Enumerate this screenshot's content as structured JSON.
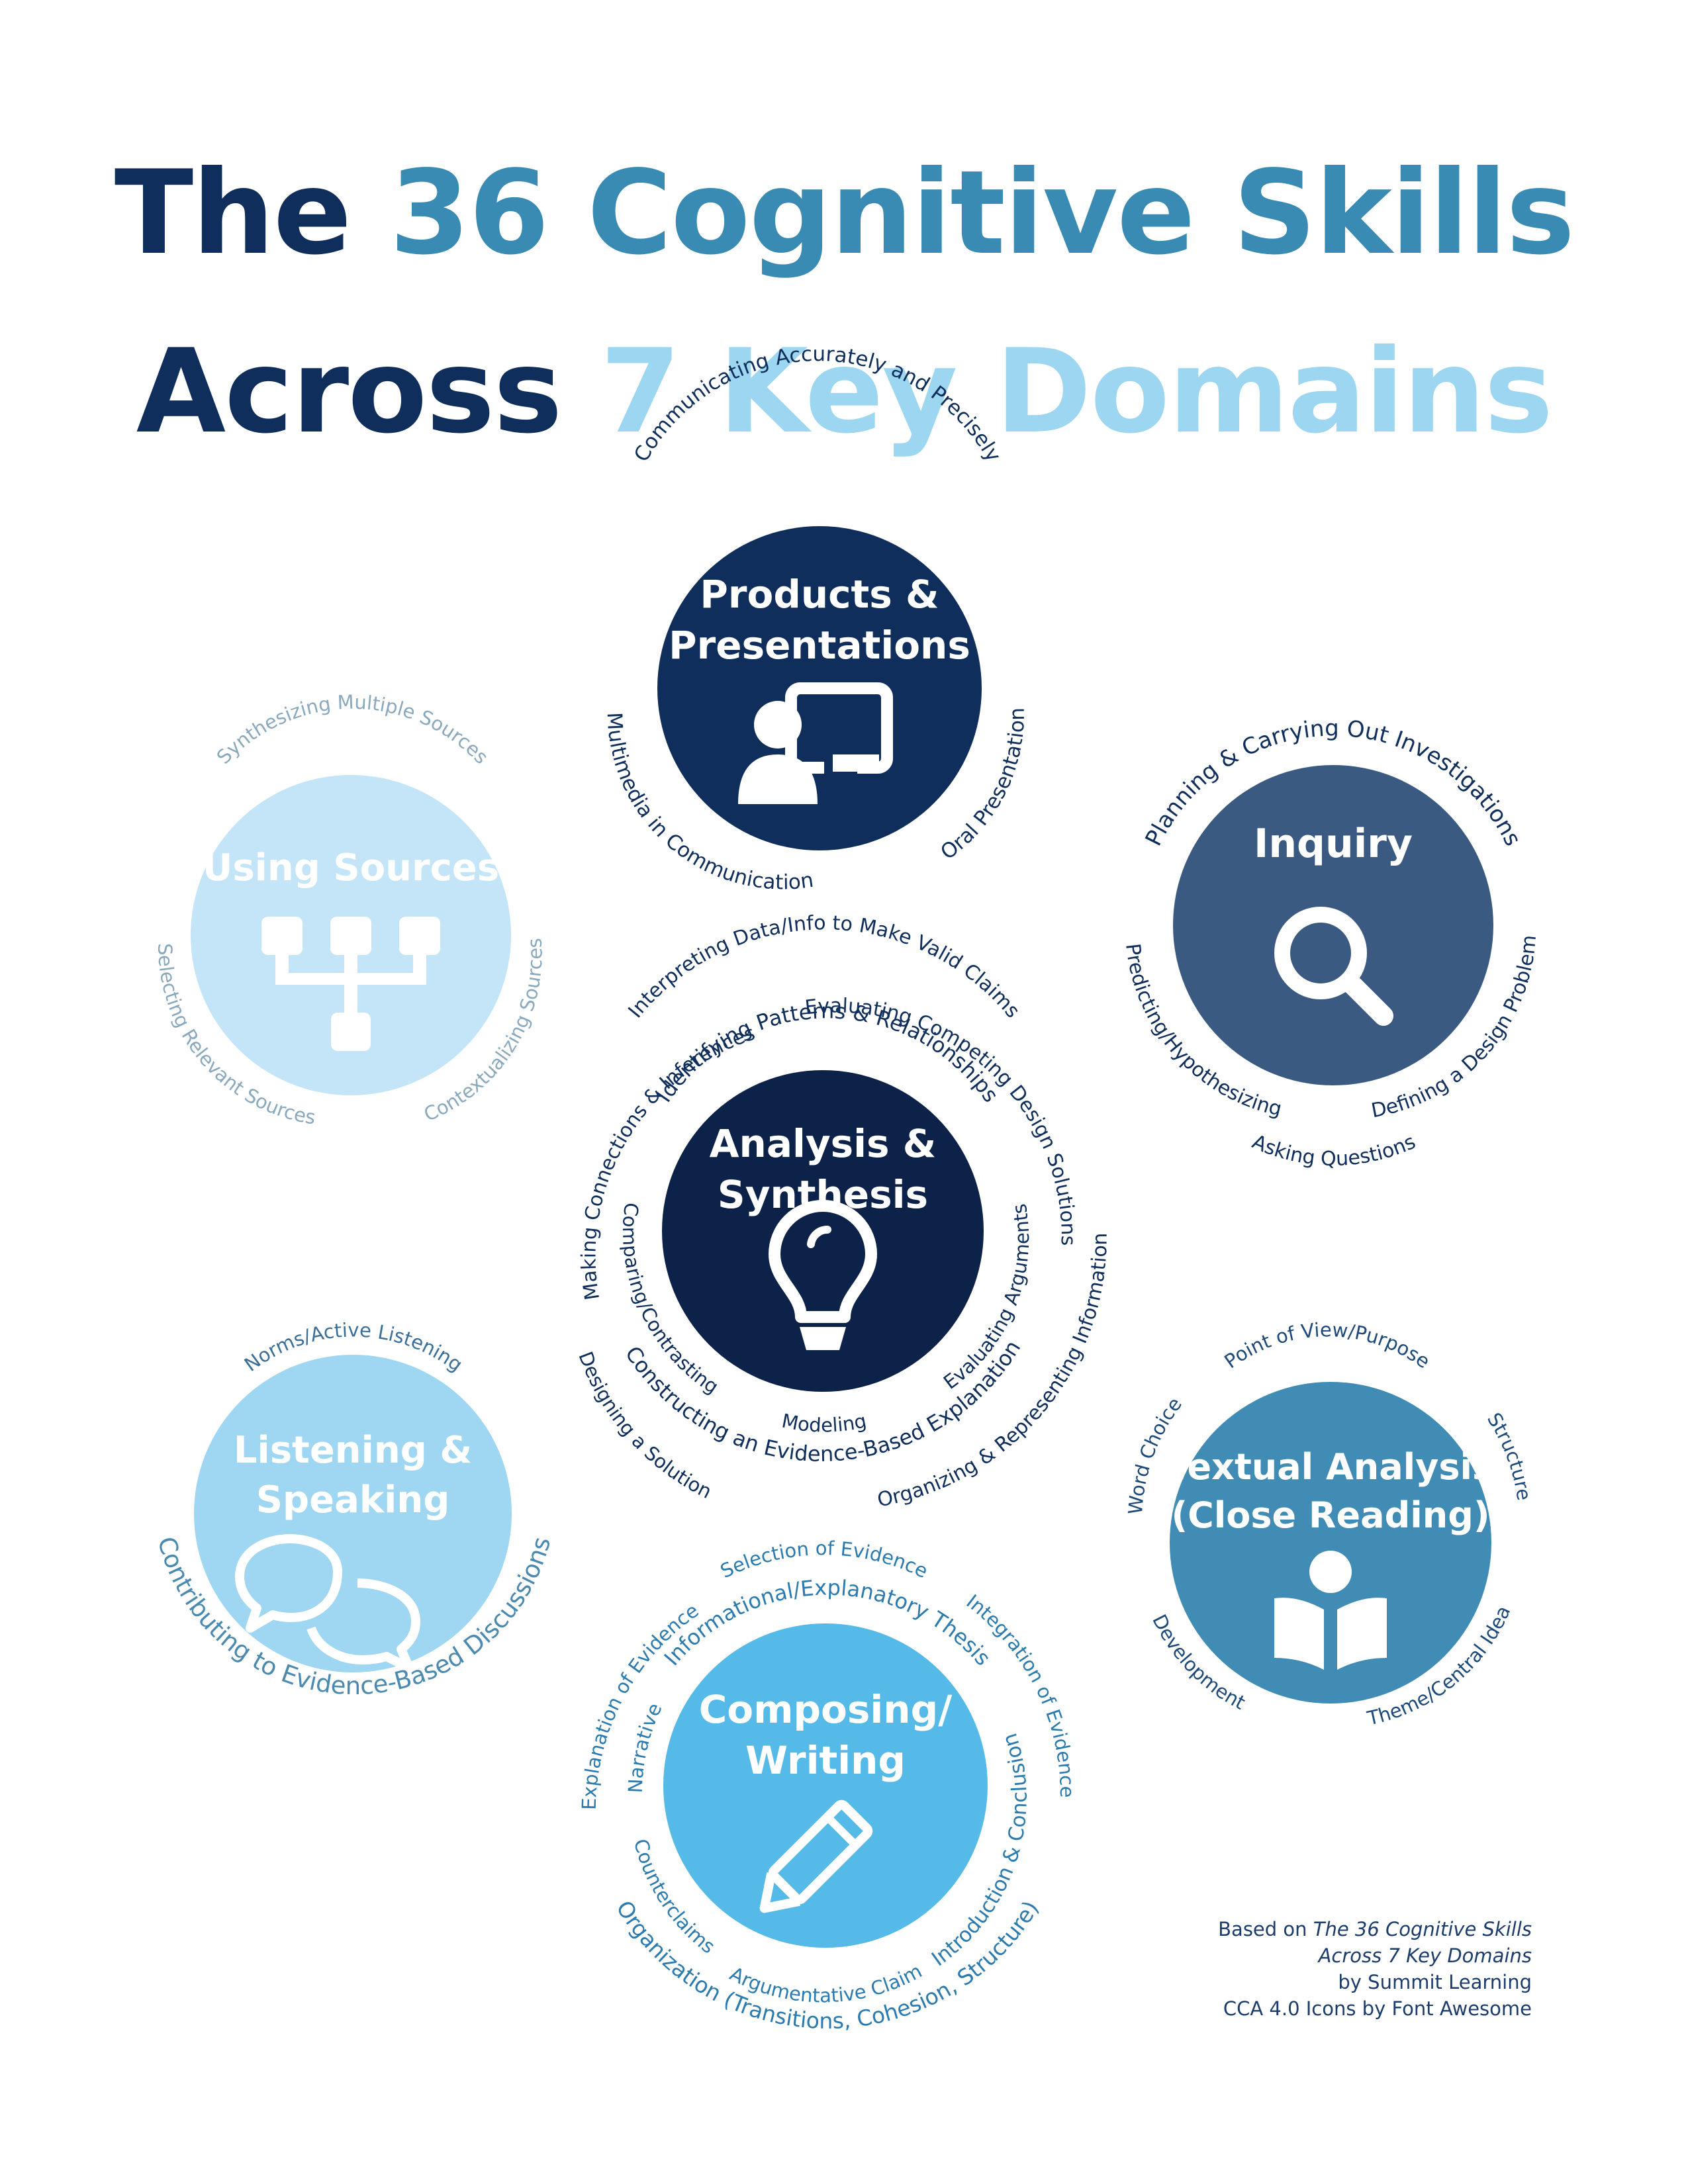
{
  "title": {
    "line1_a": "The",
    "line1_b": "36 Cognitive Skills",
    "line2_a": "Across",
    "line2_b": "7 Key Domains"
  },
  "colors": {
    "navy": "#0f2e5c",
    "darkest": "#0c2248",
    "slate": "#3b5a82",
    "steel": "#418cb4",
    "sky": "#56bae9",
    "light": "#9fd6f2",
    "palest": "#c4e5f7",
    "white": "#ffffff"
  },
  "domains": {
    "products": {
      "title1": "Products &",
      "title2": "Presentations",
      "icon": "presentation-icon",
      "skills": [
        "Communicating Accurately and Precisely",
        "Multimedia in Communication",
        "Oral Presentation"
      ]
    },
    "inquiry": {
      "title1": "Inquiry",
      "icon": "magnifying-glass-icon",
      "skills": [
        "Planning & Carrying Out Investigations",
        "Predicting/Hypothesizing",
        "Asking Questions",
        "Defining a Design Problem"
      ]
    },
    "sources": {
      "title1": "Using Sources",
      "icon": "sitemap-icon",
      "skills": [
        "Synthesizing Multiple Sources",
        "Selecting Relevant Sources",
        "Contextualizing Sources"
      ]
    },
    "analysis": {
      "title1": "Analysis &",
      "title2": "Synthesis",
      "icon": "lightbulb-icon",
      "skills": [
        "Interpreting Data/Info to Make Valid Claims",
        "Evaluating Competing Design Solutions",
        "Identifying Patterns & Relationships",
        "Making Connections & Inferences",
        "Comparing/Contrasting",
        "Modeling",
        "Evaluating Arguments",
        "Constructing an Evidence-Based Explanation",
        "Designing a Solution",
        "Organizing & Representing Information"
      ]
    },
    "listening": {
      "title1": "Listening &",
      "title2": "Speaking",
      "icon": "comments-icon",
      "skills": [
        "Norms/Active Listening",
        "Contributing to Evidence-Based Discussions"
      ]
    },
    "textual": {
      "title1": "Textual Analysis",
      "title2": "(Close Reading)",
      "icon": "reader-icon",
      "skills": [
        "Point of View/Purpose",
        "Word Choice",
        "Structure",
        "Development",
        "Theme/Central Idea"
      ]
    },
    "composing": {
      "title1": "Composing/",
      "title2": "Writing",
      "icon": "pencil-icon",
      "skills": [
        "Selection of Evidence",
        "Informational/Explanatory Thesis",
        "Explanation of Evidence",
        "Integration of Evidence",
        "Narrative",
        "Introduction & Conclusion",
        "Counterclaims",
        "Argumentative Claim",
        "Organization (Transitions, Cohesion, Structure)"
      ]
    }
  },
  "credits": {
    "line1_a": "Based on ",
    "line1_b": "The 36 Cognitive Skills",
    "line2": "Across 7 Key Domains",
    "line3": "by Summit Learning",
    "line4": "CCA 4.0 Icons by Font Awesome"
  }
}
